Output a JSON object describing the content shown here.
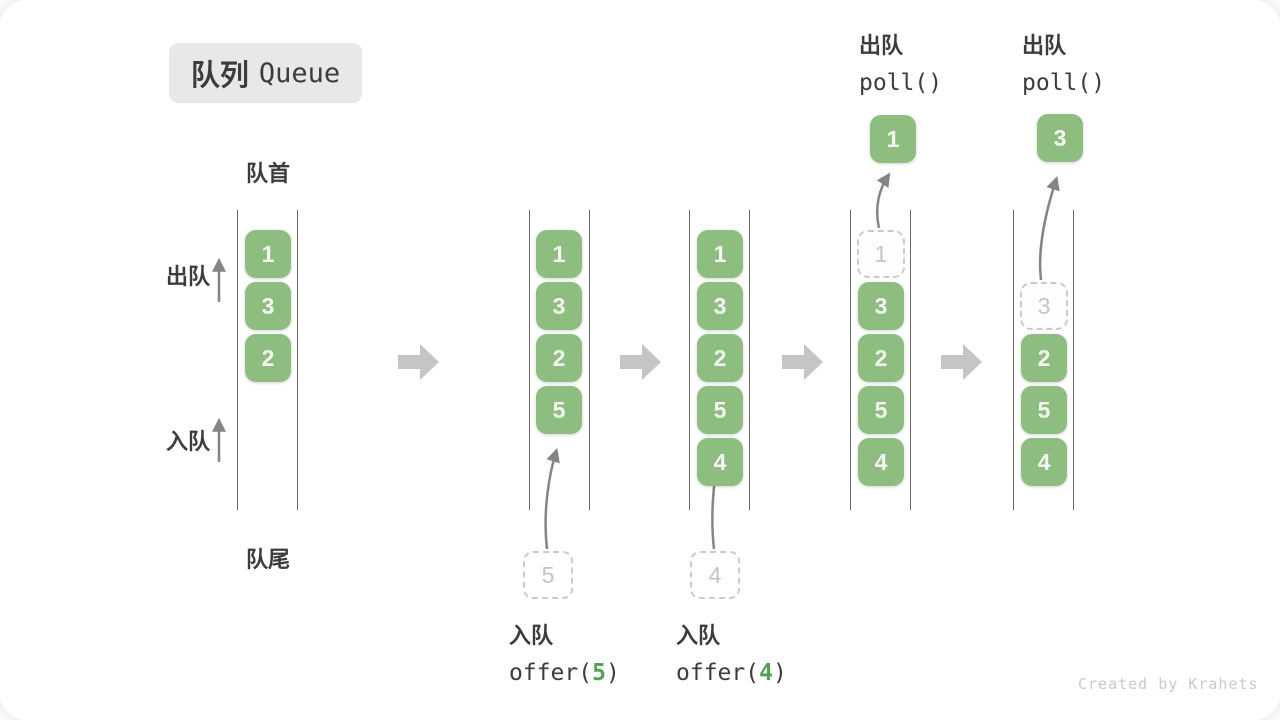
{
  "title": {
    "zh": "队列",
    "en": "Queue"
  },
  "labels": {
    "front": "队首",
    "rear": "队尾",
    "dequeue": "出队",
    "enqueue": "入队"
  },
  "colors": {
    "box-green": "#8dbd7f",
    "box-text": "#f5f8f2",
    "code-green": "#55a054",
    "badge-bg": "#e8e8e8",
    "text-dark": "#3c3c3c",
    "line-gray": "#696969",
    "block-arrow": "#c5c5c5",
    "dashed-border": "#cbcbcb",
    "dashed-text": "#c4c4c4",
    "thin-arrow": "#858585",
    "watermark": "#c9c9c9"
  },
  "queues": [
    {
      "slots": [
        {
          "value": "1",
          "state": "solid"
        },
        {
          "value": "3",
          "state": "solid"
        },
        {
          "value": "2",
          "state": "solid"
        }
      ]
    },
    {
      "slots": [
        {
          "value": "1",
          "state": "solid"
        },
        {
          "value": "3",
          "state": "solid"
        },
        {
          "value": "2",
          "state": "solid"
        },
        {
          "value": "5",
          "state": "solid"
        }
      ],
      "pending": {
        "value": "5"
      },
      "operation": {
        "label": "入队",
        "code_before": "offer(",
        "arg": "5",
        "code_after": ")"
      }
    },
    {
      "slots": [
        {
          "value": "1",
          "state": "solid"
        },
        {
          "value": "3",
          "state": "solid"
        },
        {
          "value": "2",
          "state": "solid"
        },
        {
          "value": "5",
          "state": "solid"
        },
        {
          "value": "4",
          "state": "solid"
        }
      ],
      "pending": {
        "value": "4"
      },
      "operation": {
        "label": "入队",
        "code_before": "offer(",
        "arg": "4",
        "code_after": ")"
      }
    },
    {
      "slots": [
        {
          "value": "1",
          "state": "dashed"
        },
        {
          "value": "3",
          "state": "solid"
        },
        {
          "value": "2",
          "state": "solid"
        },
        {
          "value": "5",
          "state": "solid"
        },
        {
          "value": "4",
          "state": "solid"
        }
      ],
      "removed": {
        "value": "1"
      },
      "operation": {
        "label": "出队",
        "code": "poll()"
      }
    },
    {
      "slots": [
        {
          "value": "3",
          "state": "dashed"
        },
        {
          "value": "2",
          "state": "solid"
        },
        {
          "value": "5",
          "state": "solid"
        },
        {
          "value": "4",
          "state": "solid"
        }
      ],
      "removed": {
        "value": "3"
      },
      "operation": {
        "label": "出队",
        "code": "poll()"
      }
    }
  ],
  "watermark": "Created by Krahets"
}
